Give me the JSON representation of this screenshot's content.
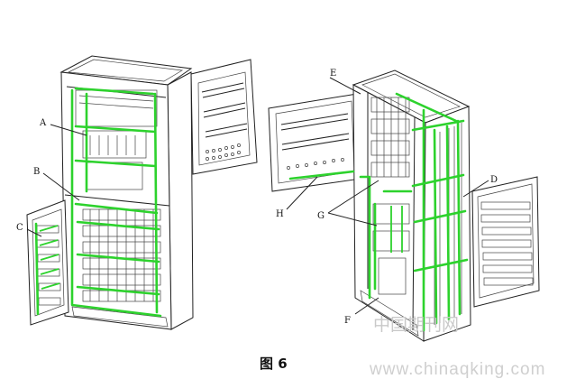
{
  "callouts": {
    "A": "A",
    "B": "B",
    "C": "C",
    "D": "D",
    "E": "E",
    "F": "F",
    "G": "G",
    "H": "H"
  },
  "caption": "图 6",
  "watermark": "中国期刊网",
  "footer_url": "www.chinaqking.com",
  "colors": {
    "highlight": "#2dd22d",
    "line": "#222222",
    "watermark": "#c9c9c9"
  }
}
